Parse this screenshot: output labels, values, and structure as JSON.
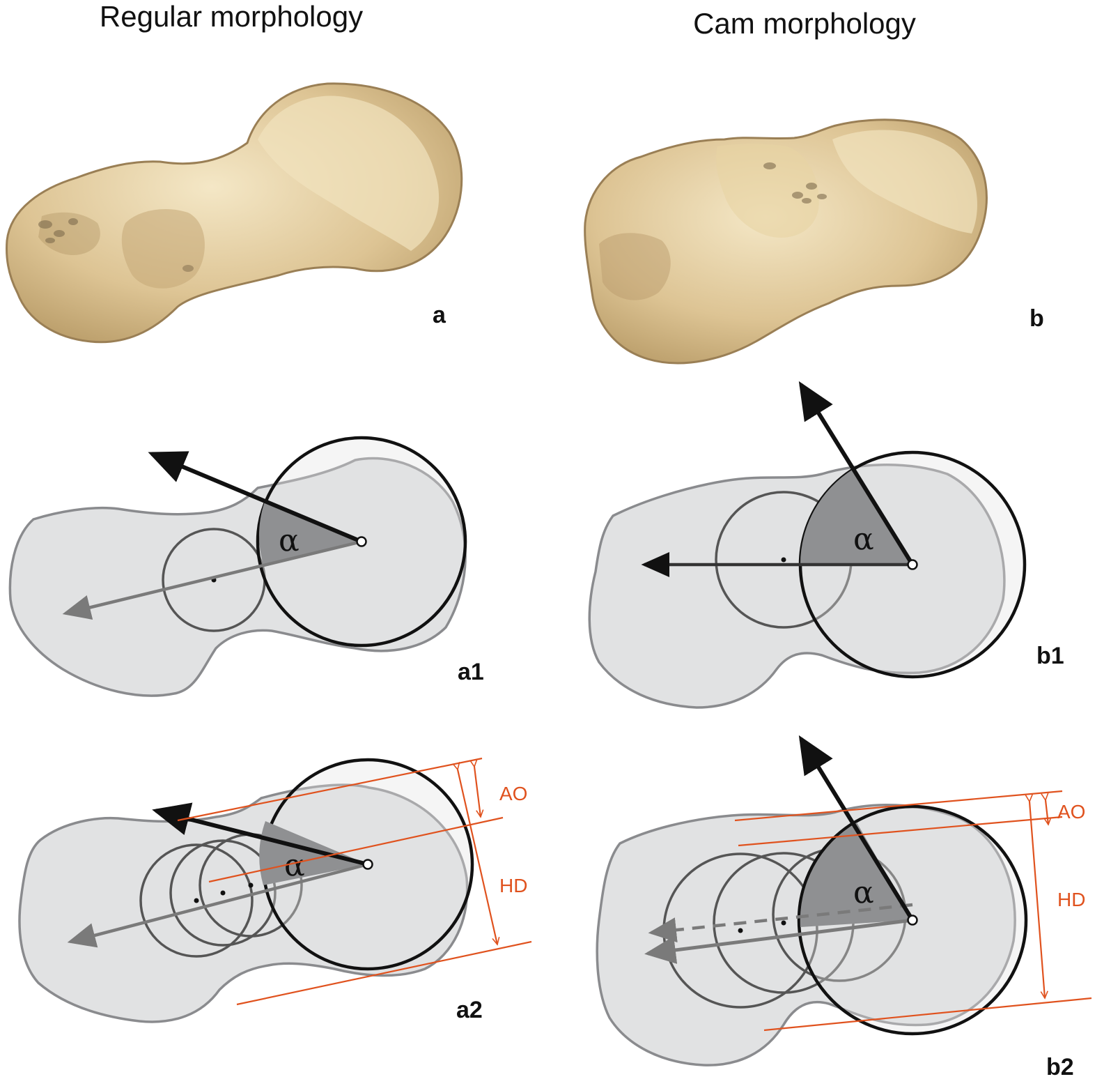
{
  "columns": {
    "left_title": "Regular morphology",
    "right_title": "Cam morphology"
  },
  "panels": {
    "a": "a",
    "b": "b",
    "a1": "a1",
    "b1": "b1",
    "a2": "a2",
    "b2": "b2"
  },
  "symbols": {
    "alpha": "α"
  },
  "measurements": {
    "ao": "AO",
    "hd": "HD"
  },
  "colors": {
    "bone_fill": "#e1e2e3",
    "bone_outline": "#8a8b8e",
    "measurement_lines": "#e0521e",
    "bone_illustration": "#d9c08f"
  }
}
